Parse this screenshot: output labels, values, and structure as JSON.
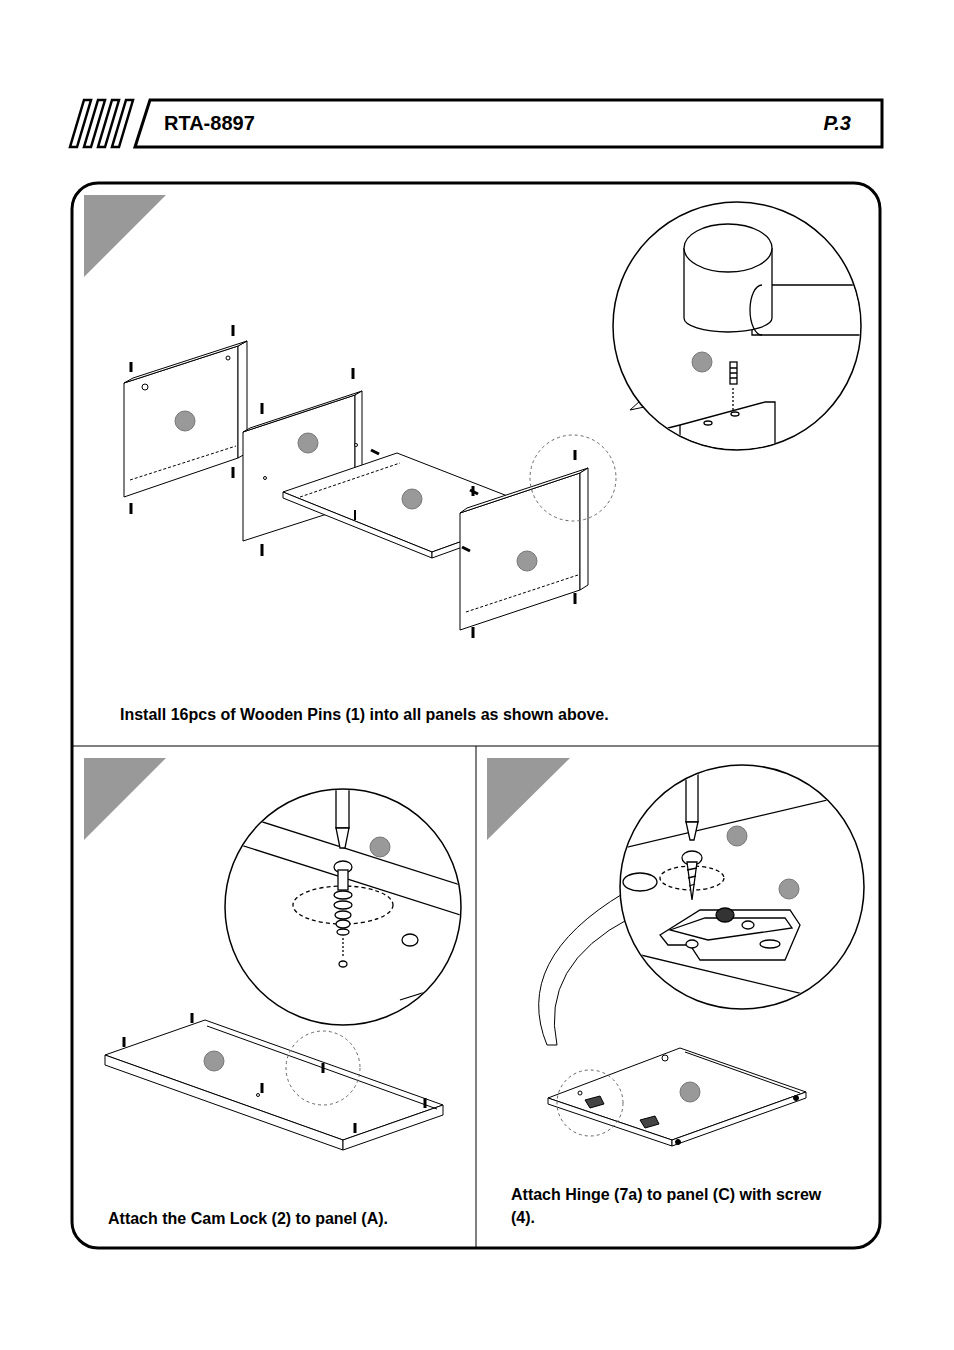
{
  "diagram": {
    "nodes": [
      {
        "text": [
          "RTA-8897",
          "P.3"
        ]
      },
      {
        "text": [
          "Install 16pcs of Wooden Pins (1) into all panels as shown above."
        ]
      },
      {
        "text": [
          "Attach the Cam Lock (2) to panel (A)."
        ]
      },
      {
        "text": [
          "Attach Hinge (7a) to panel (C) with screw (4)."
        ]
      }
    ]
  }
}
